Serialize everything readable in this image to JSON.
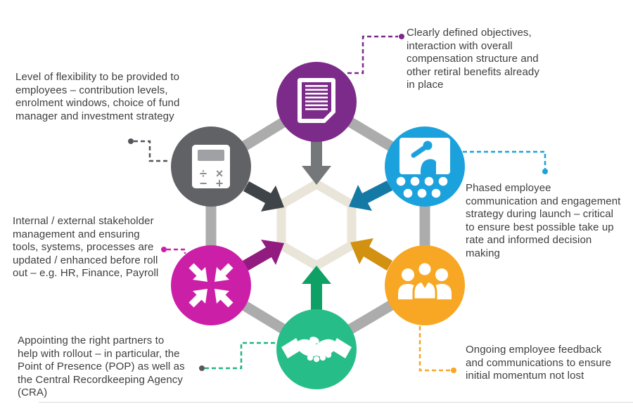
{
  "diagram": {
    "description": "Six-node hexagon infographic with icons pointing to a central hexagon",
    "link_color": "#acacac",
    "text_color": "#3e3e3e",
    "center_hexagon": {
      "fill": "#ffffff",
      "stroke": "#eae5d9"
    },
    "nodes": [
      {
        "name": "objectives",
        "icon": "document-icon",
        "color": "#7d2b8a",
        "arrow_color": "#75787b"
      },
      {
        "name": "flexibility",
        "icon": "calculator-icon",
        "color": "#606265",
        "arrow_color": "#3f4448",
        "symbols": [
          "÷",
          "×",
          "−",
          "+"
        ]
      },
      {
        "name": "communication",
        "icon": "presentation-icon",
        "color": "#1ba2dc",
        "arrow_color": "#1579a5"
      },
      {
        "name": "stakeholder",
        "icon": "converging-arrows-icon",
        "color": "#cc1fa8",
        "arrow_color": "#921b80"
      },
      {
        "name": "feedback",
        "icon": "people-icon",
        "color": "#f7a723",
        "arrow_color": "#d29110"
      },
      {
        "name": "partners",
        "icon": "handshake-icon",
        "color": "#26bd88",
        "arrow_color": "#0fa066"
      }
    ],
    "annotations": [
      {
        "name": "objectives",
        "connector_color": "#7d2b8a",
        "dot_color": "#7d2b8a",
        "text": "Clearly defined objectives,\ninteraction with overall\ncompensation structure and\nother retiral benefits already\nin place"
      },
      {
        "name": "flexibility",
        "connector_color": "#54565a",
        "dot_color": "#54565a",
        "text": "Level of flexibility to be provided to\nemployees – contribution levels,\nenrolment windows, choice of fund\nmanager and investment strategy"
      },
      {
        "name": "communication",
        "connector_color": "#1ba2dc",
        "dot_color": "#1ba2dc",
        "text": "Phased employee\ncommunication and engagement\nstrategy during launch – critical\nto ensure best possible take up\nrate and informed decision\nmaking"
      },
      {
        "name": "stakeholder",
        "connector_color": "#cc1fa8",
        "dot_color": "#cc1fa8",
        "text": "Internal / external stakeholder\nmanagement and ensuring\ntools, systems, processes are\nupdated / enhanced before roll\nout – e.g. HR, Finance, Payroll"
      },
      {
        "name": "feedback",
        "connector_color": "#f7a723",
        "dot_color": "#f7a723",
        "text": "Ongoing employee feedback\nand communications to ensure\ninitial momentum not lost"
      },
      {
        "name": "partners",
        "connector_color": "#21b581",
        "dot_color": "#58595b",
        "text": "Appointing the right partners to\nhelp with rollout – in particular, the\nPoint of Presence (POP) as well as\nthe Central Recordkeeping Agency\n(CRA)"
      }
    ]
  }
}
